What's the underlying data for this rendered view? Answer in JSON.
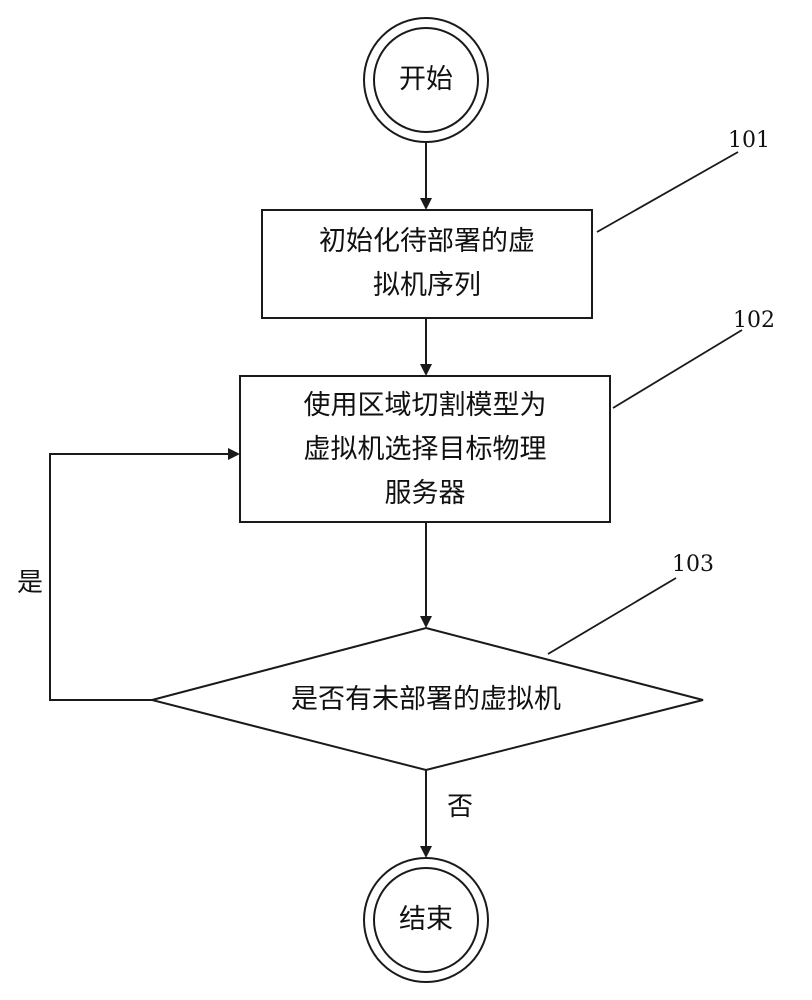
{
  "flowchart": {
    "start": {
      "label": "开始"
    },
    "end": {
      "label": "结束"
    },
    "steps": [
      {
        "ref": "101",
        "lines": [
          "初始化待部署的虚",
          "拟机序列"
        ]
      },
      {
        "ref": "102",
        "lines": [
          "使用区域切割模型为",
          "虚拟机选择目标物理",
          "服务器"
        ]
      }
    ],
    "decision": {
      "ref": "103",
      "label": "是否有未部署的虚拟机"
    },
    "edges": {
      "yes_label": "是",
      "no_label": "否"
    }
  },
  "colors": {
    "stroke": "#1a1a1a",
    "text": "#111111",
    "background": "#ffffff"
  }
}
